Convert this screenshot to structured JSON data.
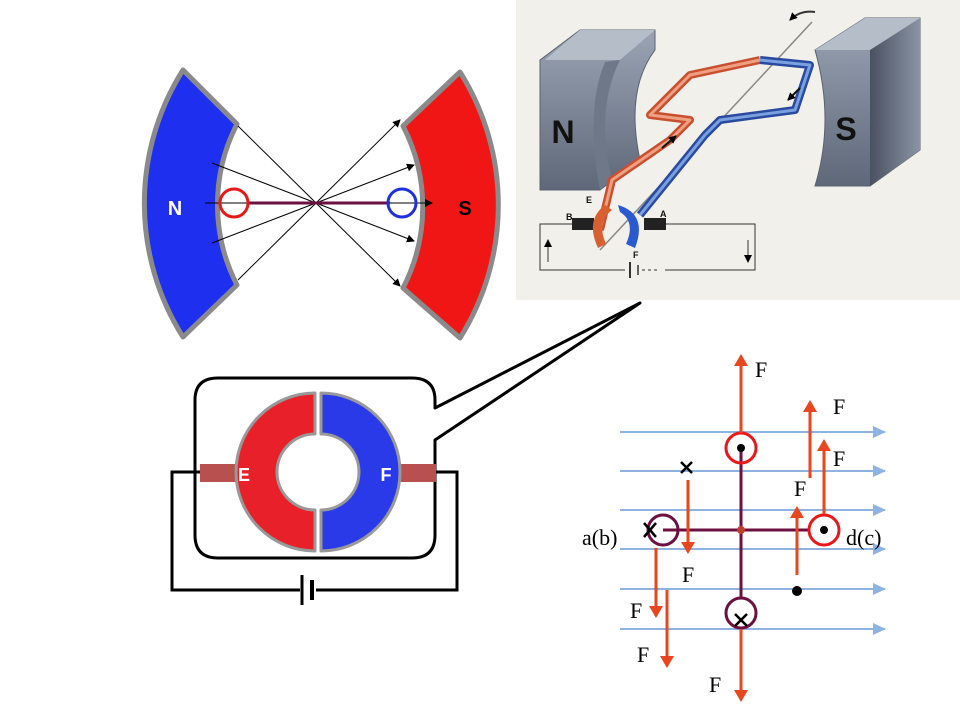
{
  "colors": {
    "north": "#1f2ff0",
    "south": "#f01616",
    "pole_outline": "#8a8a8a",
    "force_arrow": "#e8461e",
    "field_line": "#8fb3e0",
    "coil": "#6b1040",
    "commutator_red": "#e8202a",
    "commutator_blue": "#2a3ae8",
    "brush": "#b85050"
  },
  "top_left_diagram": {
    "north_label": "N",
    "south_label": "S"
  },
  "photo_panel": {
    "north_label": "N",
    "south_label": "S",
    "segment_e": "E",
    "segment_f": "F",
    "brush_a": "A",
    "brush_b": "B"
  },
  "commutator_detail": {
    "segment_e_label": "E",
    "segment_f_label": "F"
  },
  "force_diagram": {
    "left_label": "a(b)",
    "right_label": "d(c)",
    "force_labels": [
      "F",
      "F",
      "F",
      "F",
      "F",
      "F",
      "F",
      "F"
    ]
  }
}
